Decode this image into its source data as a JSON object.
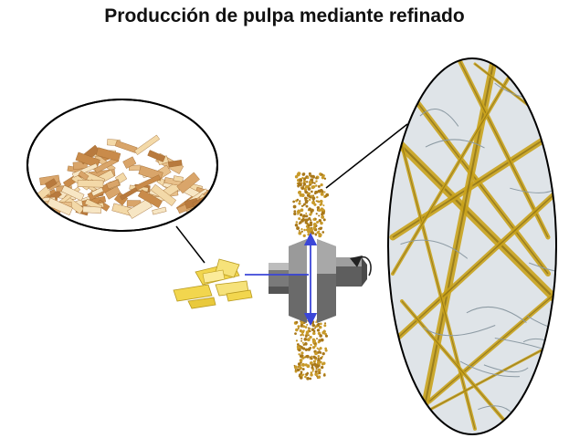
{
  "title": "Producción de pulpa mediante refinado",
  "colors": {
    "background": "#ffffff",
    "chip_light": "#f3d9a8",
    "chip_dark": "#c98b4a",
    "yellow_chip": "#f2d64e",
    "refiner_body": "#6c6c6c",
    "refiner_light": "#a6a6a6",
    "flow_arrow": "#3b46d8",
    "fiber_spray": "#c89a2a",
    "fiber_bg": "#dfe4e8",
    "fiber_yellow": "#c9a21b"
  },
  "icons": [
    "wood-chips-pile",
    "wood-chips-small",
    "refiner-disc",
    "rotation-arrow-icon",
    "fiber-micrograph"
  ]
}
